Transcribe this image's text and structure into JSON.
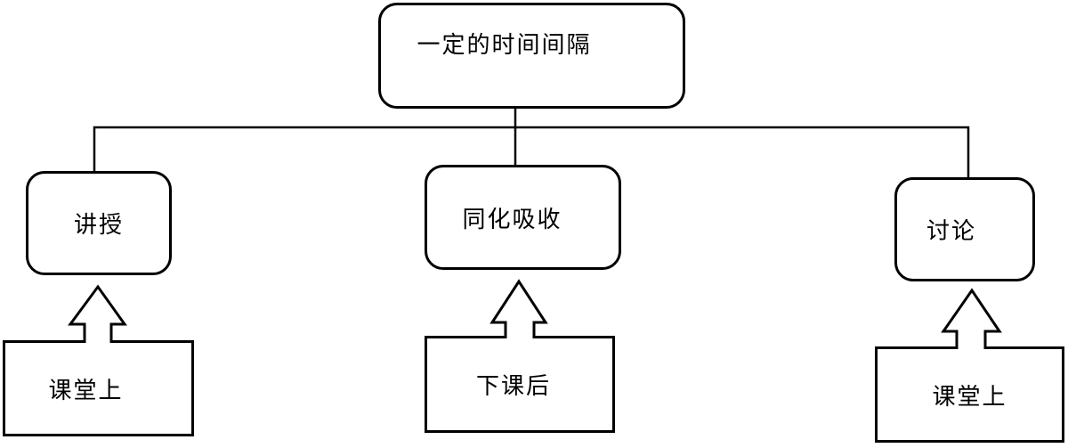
{
  "diagram": {
    "type": "tree-flowchart",
    "root": {
      "label": "一定的时间间隔"
    },
    "branches": [
      {
        "node": {
          "label": "讲授"
        },
        "source": {
          "label": "课堂上"
        }
      },
      {
        "node": {
          "label": "同化吸收"
        },
        "source": {
          "label": "下课后"
        }
      },
      {
        "node": {
          "label": "讨论"
        },
        "source": {
          "label": "课堂上"
        }
      }
    ],
    "colors": {
      "line": "#000000",
      "text": "#000000",
      "box_fill": "#ffffff",
      "background": "#ffffff"
    }
  }
}
